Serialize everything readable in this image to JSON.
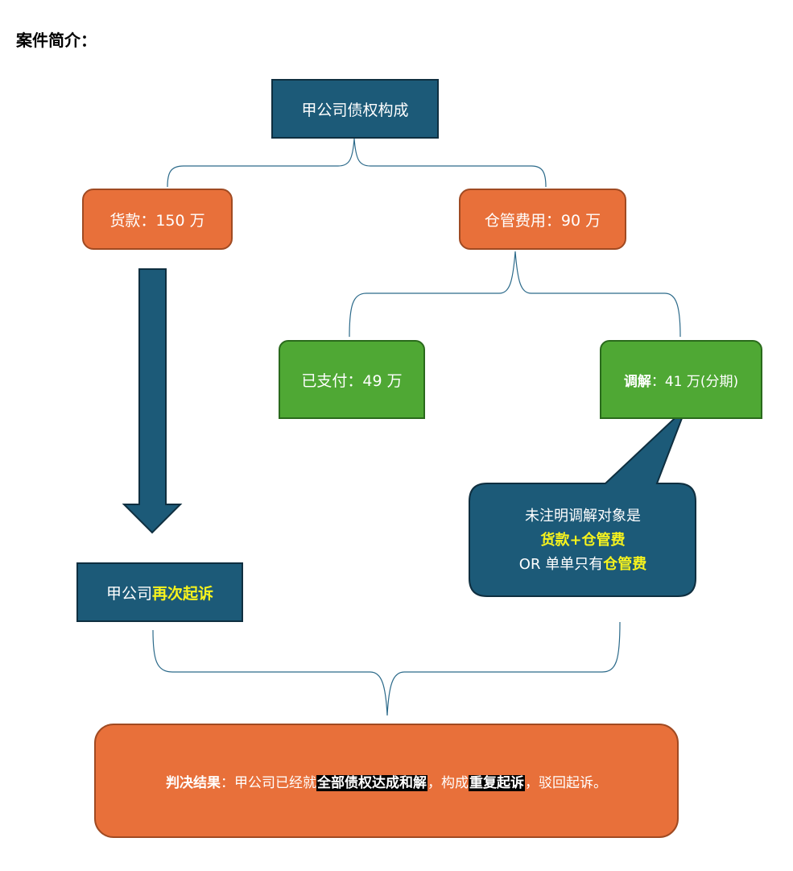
{
  "heading": "案件简介：",
  "colors": {
    "navy": "#1c5a78",
    "orange": "#e8703a",
    "green": "#4fa834",
    "highlight_yellow": "#f7f31d"
  },
  "root": {
    "label": "甲公司债权构成"
  },
  "goods": {
    "label": "货款：",
    "amount": "150 万"
  },
  "storage": {
    "label": "仓管费用：",
    "amount": "90 万"
  },
  "paid": {
    "label": "已支付：",
    "amount": "49 万"
  },
  "mediation": {
    "label": "调解",
    "detail": "：41 万(分期)"
  },
  "callout": {
    "line1": "未注明调解对象是",
    "line2": "货款+仓管费",
    "line3_prefix": "OR 单单只有",
    "line3_highlight": "仓管费"
  },
  "resue": {
    "prefix": "甲公司",
    "highlight": "再次起诉"
  },
  "verdict": {
    "label": "判决结果",
    "text1": "：甲公司已经就",
    "hl1": "全部债权达成和解",
    "text2": "，构成",
    "hl2": "重复起诉",
    "text3": "，驳回起诉。"
  }
}
